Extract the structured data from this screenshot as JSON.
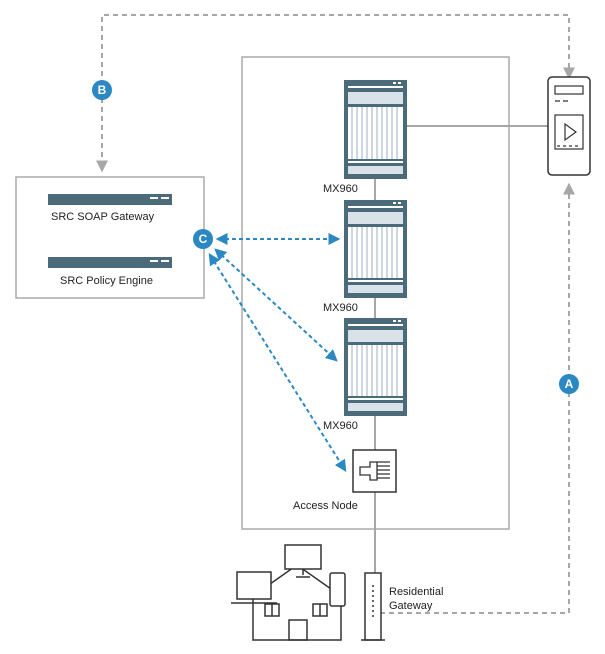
{
  "diagram": {
    "src_box": {
      "soap_gateway_label": "SRC SOAP Gateway",
      "policy_engine_label": "SRC Policy Engine"
    },
    "routers": [
      {
        "label": "MX960"
      },
      {
        "label": "MX960"
      },
      {
        "label": "MX960"
      }
    ],
    "access_node_label": "Access Node",
    "residential_gateway_label": "Residential\nGateway",
    "badges": {
      "a": "A",
      "b": "B",
      "c": "C"
    },
    "colors": {
      "accent": "#2b88c2",
      "line_gray": "#a7a7a7",
      "router_fill": "#4b6b7b",
      "box_border": "#aaaaaa"
    }
  }
}
